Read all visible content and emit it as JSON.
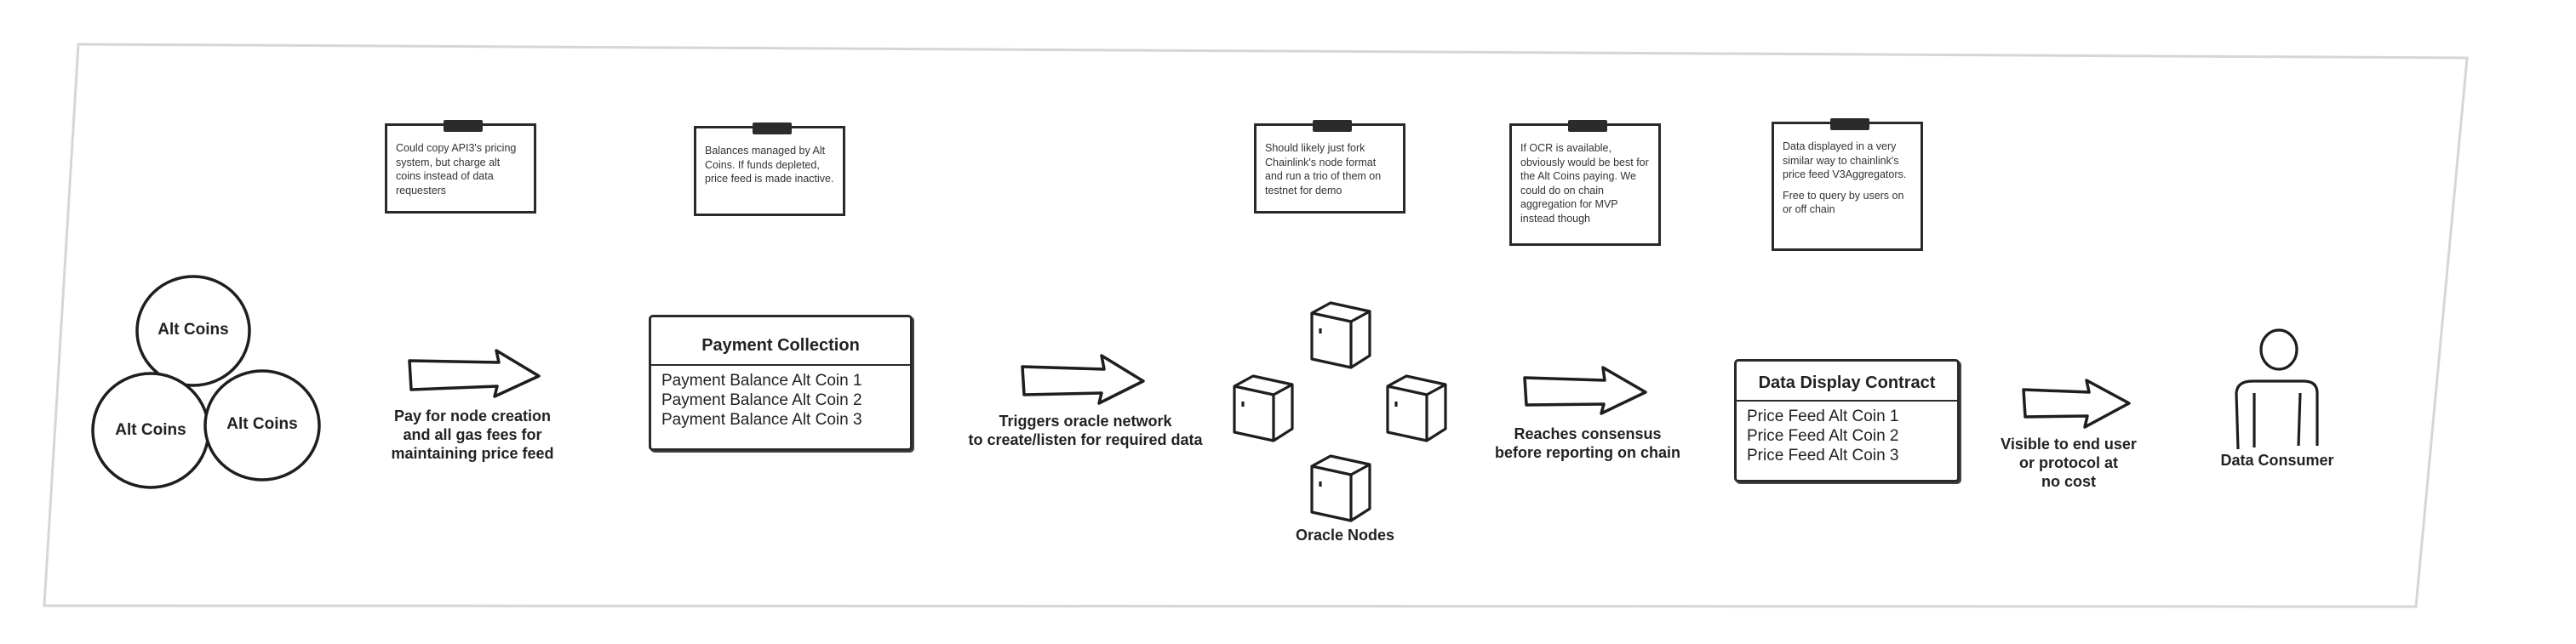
{
  "notes": [
    {
      "id": "api3",
      "lines": [
        "Could copy API3's pricing system, but charge alt coins instead of data requesters"
      ]
    },
    {
      "id": "balances",
      "lines": [
        "Balances managed by Alt Coins. If funds depleted, price feed is made inactive."
      ]
    },
    {
      "id": "fork",
      "lines": [
        "Should likely just fork Chainlink's node format and run a trio of them on testnet for demo"
      ]
    },
    {
      "id": "ocr",
      "lines": [
        "If OCR is available, obviously would be best for the Alt Coins paying. We could do on chain aggregation for MVP instead though"
      ]
    },
    {
      "id": "display",
      "lines": [
        "Data displayed in a very similar way to chainlink's price feed V3Aggregators.",
        "Free to query by users on or off chain"
      ]
    }
  ],
  "alt_coins": [
    "Alt Coins",
    "Alt Coins",
    "Alt Coins"
  ],
  "payment_collection": {
    "title": "Payment Collection",
    "rows": [
      "Payment Balance Alt Coin 1",
      "Payment Balance Alt Coin 2",
      "Payment Balance Alt Coin 3"
    ]
  },
  "data_display_contract": {
    "title": "Data Display Contract",
    "rows": [
      "Price Feed Alt Coin 1",
      "Price Feed Alt Coin 2",
      "Price Feed Alt Coin 3"
    ]
  },
  "arrow_labels": {
    "pay": [
      "Pay for node creation",
      "and all gas fees for",
      "maintaining price feed"
    ],
    "trigger": [
      "Triggers oracle network",
      "to create/listen for required data"
    ],
    "consensus": [
      "Reaches consensus",
      "before reporting on chain"
    ],
    "visible": [
      "Visible to end user",
      "or protocol at",
      "no cost"
    ]
  },
  "oracle_nodes_label": "Oracle Nodes",
  "data_consumer_label": "Data Consumer"
}
